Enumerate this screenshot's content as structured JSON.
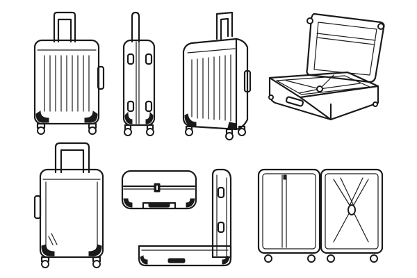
{
  "illustration": {
    "background_color": "#ffffff",
    "line_color": "#1a1a1a",
    "items": [
      {
        "id": "suitcase-front-ribbed",
        "view": "front",
        "shell": "ribbed",
        "handle": "extended"
      },
      {
        "id": "suitcase-side",
        "view": "side",
        "handle": "extended"
      },
      {
        "id": "suitcase-three-quarter",
        "view": "three-quarter",
        "shell": "ribbed",
        "handle": "extended"
      },
      {
        "id": "suitcase-open-lid-angled",
        "view": "open-angled",
        "interior": "cross-straps"
      },
      {
        "id": "suitcase-back-smooth",
        "view": "back",
        "shell": "smooth",
        "handle": "extended"
      },
      {
        "id": "suitcase-top-closed",
        "view": "top",
        "detail": "zipper-lock"
      },
      {
        "id": "suitcase-open-side",
        "view": "open-side"
      },
      {
        "id": "suitcase-open-flat",
        "view": "open-flat",
        "interior": "x-straps"
      }
    ]
  }
}
